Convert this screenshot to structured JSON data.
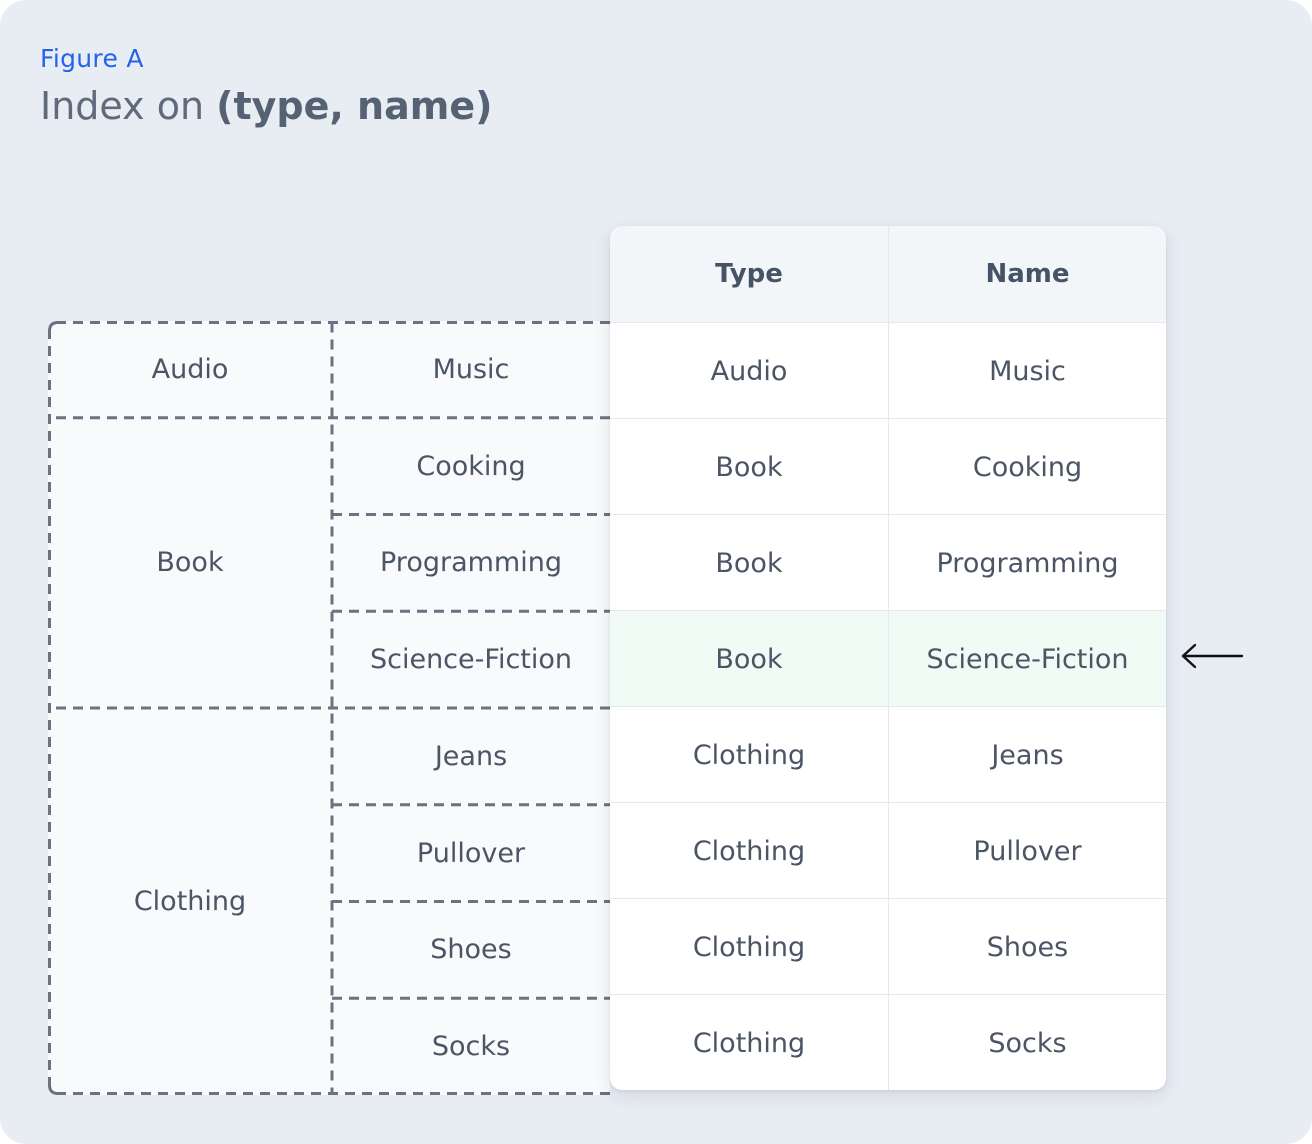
{
  "header": {
    "eyebrow": "Figure A",
    "title_prefix": "Index on ",
    "title_emphasis": "(type, name)"
  },
  "index": {
    "groups": [
      {
        "label": "Audio",
        "names": [
          "Music"
        ]
      },
      {
        "label": "Book",
        "names": [
          "Cooking",
          "Programming",
          "Science-Fiction"
        ]
      },
      {
        "label": "Clothing",
        "names": [
          "Jeans",
          "Pullover",
          "Shoes",
          "Socks"
        ]
      }
    ]
  },
  "table": {
    "columns": [
      "Type",
      "Name"
    ],
    "rows": [
      [
        "Audio",
        "Music"
      ],
      [
        "Book",
        "Cooking"
      ],
      [
        "Book",
        "Programming"
      ],
      [
        "Book",
        "Science-Fiction"
      ],
      [
        "Clothing",
        "Jeans"
      ],
      [
        "Clothing",
        "Pullover"
      ],
      [
        "Clothing",
        "Shoes"
      ],
      [
        "Clothing",
        "Socks"
      ]
    ],
    "highlighted_row": 3
  },
  "colors": {
    "accent": "#2563eb",
    "highlight_row": "#effbf4",
    "dashed_border": "#6b7280"
  }
}
